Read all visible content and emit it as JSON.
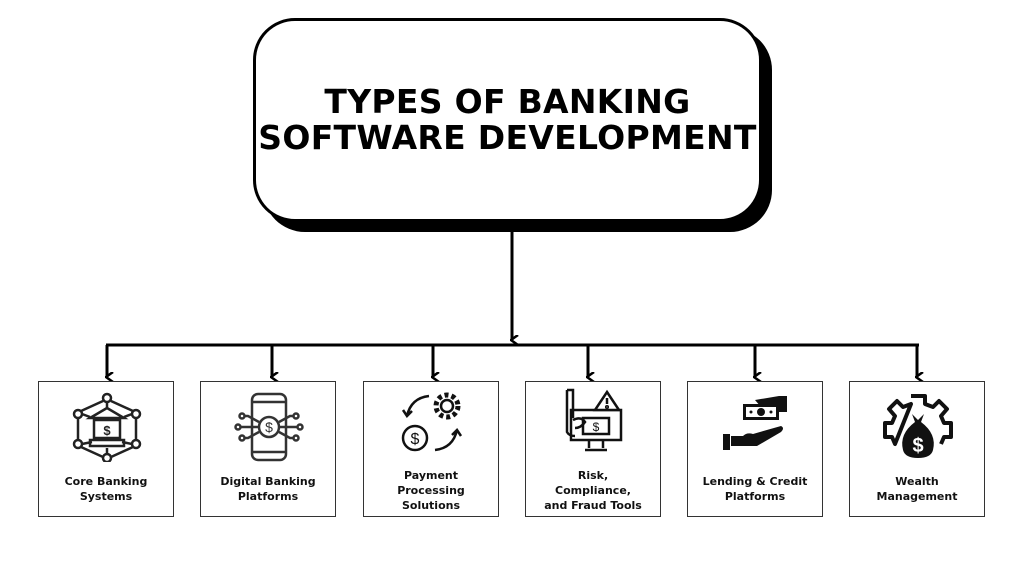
{
  "title": "TYPES OF BANKING\nSOFTWARE DEVELOPMENT",
  "title_line1": "TYPES OF BANKING",
  "title_line2": "SOFTWARE DEVELOPMENT",
  "items": [
    {
      "label": "Core Banking\nSystems",
      "icon": "bank-network-icon"
    },
    {
      "label": "Digital Banking\nPlatforms",
      "icon": "mobile-dollar-icon"
    },
    {
      "label": "Payment\nProcessing\nSolutions",
      "icon": "payment-cycle-gear-icon"
    },
    {
      "label": "Risk,\nCompliance,\nand Fraud Tools",
      "icon": "monitor-warning-hand-icon"
    },
    {
      "label": "Lending & Credit\nPlatforms",
      "icon": "hands-money-icon"
    },
    {
      "label": "Wealth\nManagement",
      "icon": "gear-money-bag-icon"
    }
  ]
}
